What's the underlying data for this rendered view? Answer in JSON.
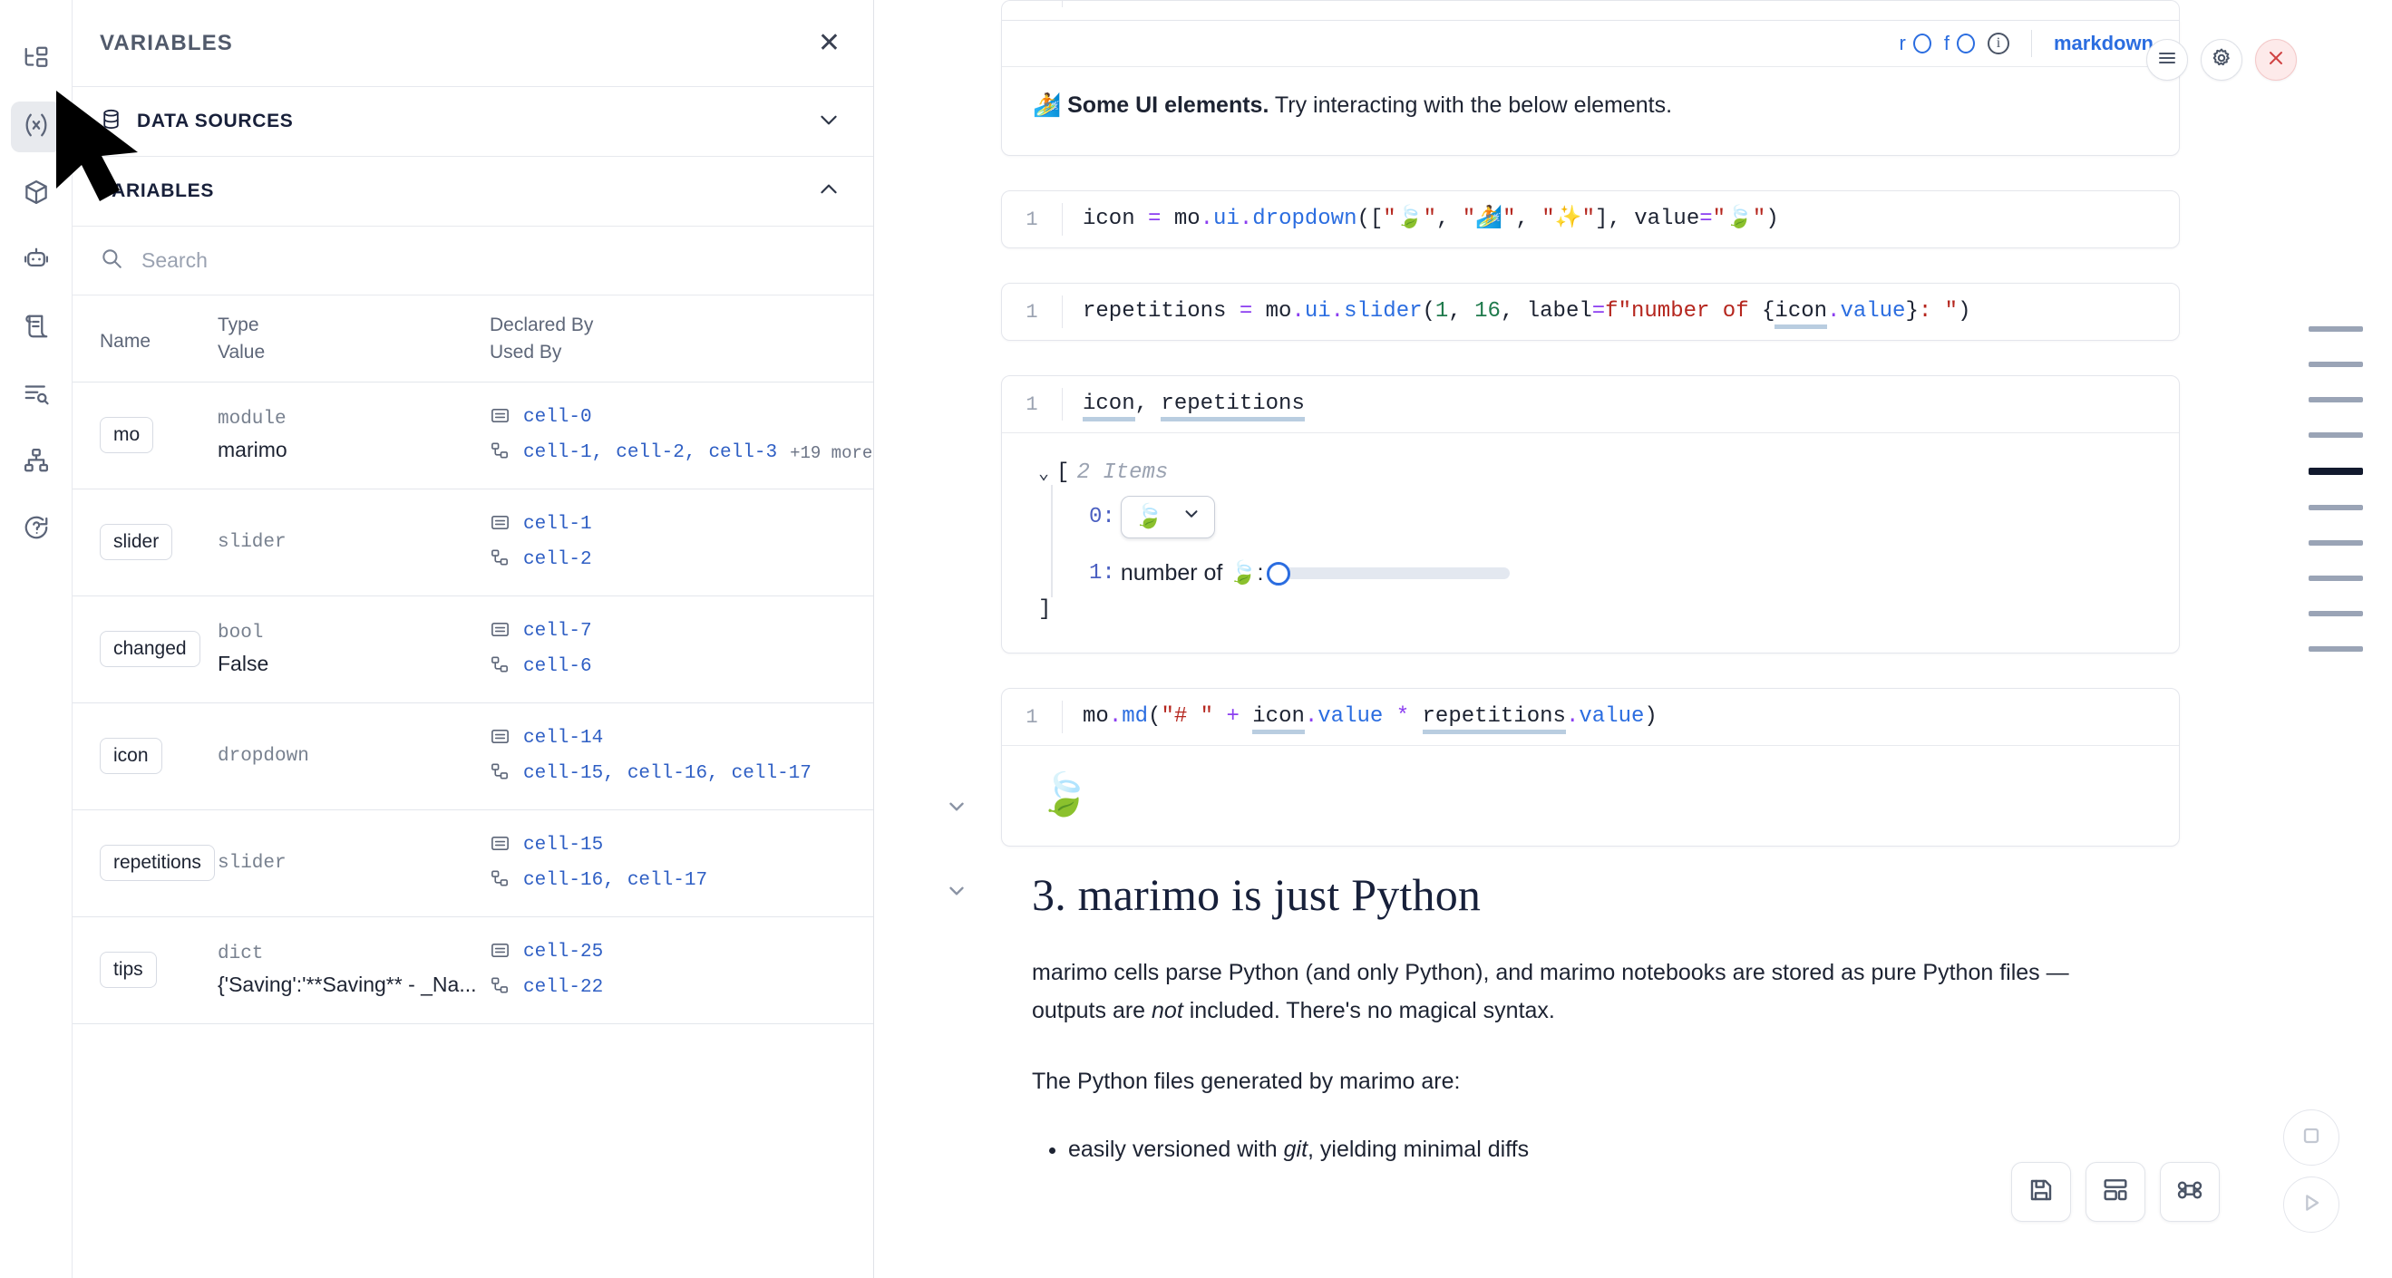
{
  "rail": {
    "items": [
      {
        "icon": "file-tree-icon",
        "name": "sidebar-item-file-explorer",
        "active": false
      },
      {
        "icon": "variables-x-icon",
        "name": "sidebar-item-variables",
        "active": true
      },
      {
        "icon": "package-cube-icon",
        "name": "sidebar-item-packages",
        "active": false
      },
      {
        "icon": "robot-icon",
        "name": "sidebar-item-assistant",
        "active": false
      },
      {
        "icon": "scroll-document-icon",
        "name": "sidebar-item-documentation",
        "active": false
      },
      {
        "icon": "logs-search-icon",
        "name": "sidebar-item-logs",
        "active": false
      },
      {
        "icon": "dependency-graph-icon",
        "name": "sidebar-item-dependency-graph",
        "active": false
      },
      {
        "icon": "help-circle-icon",
        "name": "sidebar-item-help",
        "active": false
      }
    ]
  },
  "panel": {
    "title": "VARIABLES",
    "close_label": "✕",
    "sections": [
      {
        "label": "DATA SOURCES",
        "icon": "database-icon",
        "expanded": false
      },
      {
        "label": "VARIABLES",
        "icon": "",
        "expanded": true
      }
    ],
    "search": {
      "placeholder": "Search",
      "value": ""
    },
    "table": {
      "headers": {
        "name": "Name",
        "type": "Type",
        "value": "Value",
        "declared_by": "Declared By",
        "used_by": "Used By"
      },
      "rows": [
        {
          "name": "mo",
          "type": "module",
          "value": "marimo",
          "declared_by": [
            "cell-0"
          ],
          "used_by": [
            "cell-1",
            "cell-2",
            "cell-3"
          ],
          "used_by_more": "+19 more"
        },
        {
          "name": "slider",
          "type": "slider",
          "value": "",
          "declared_by": [
            "cell-1"
          ],
          "used_by": [
            "cell-2"
          ],
          "used_by_more": ""
        },
        {
          "name": "changed",
          "type": "bool",
          "value": "False",
          "declared_by": [
            "cell-7"
          ],
          "used_by": [
            "cell-6"
          ],
          "used_by_more": ""
        },
        {
          "name": "icon",
          "type": "dropdown",
          "value": "",
          "declared_by": [
            "cell-14"
          ],
          "used_by": [
            "cell-15",
            "cell-16",
            "cell-17"
          ],
          "used_by_more": ""
        },
        {
          "name": "repetitions",
          "type": "slider",
          "value": "",
          "declared_by": [
            "cell-15"
          ],
          "used_by": [
            "cell-16",
            "cell-17"
          ],
          "used_by_more": ""
        },
        {
          "name": "tips",
          "type": "dict",
          "value": "{'Saving':'**Saving** - _Na...",
          "declared_by": [
            "cell-25"
          ],
          "used_by": [
            "cell-22"
          ],
          "used_by_more": ""
        }
      ]
    }
  },
  "notebook": {
    "clipped_top_code": "\"\"\"🏄 Some UI elements.\"\"\" Try interacting with the below elements.",
    "markdown_toolbar": {
      "r_label": "r",
      "f_label": "f",
      "info_label": "i",
      "language": "markdown",
      "menu_icon": "hamburger-menu-icon",
      "settings_icon": "gear-icon",
      "close_icon": "close-x-icon"
    },
    "markdown_output": {
      "emoji": "🏄",
      "bold_text": "Some UI elements.",
      "rest_text": " Try interacting with the below elements."
    },
    "cells": [
      {
        "line_number": "1",
        "tokens": [
          {
            "t": "icon ",
            "c": "t-var",
            "u": false
          },
          {
            "t": "= ",
            "c": "t-op",
            "u": false
          },
          {
            "t": "mo",
            "c": "t-mod",
            "u": false
          },
          {
            "t": ".",
            "c": "t-dot",
            "u": false
          },
          {
            "t": "ui",
            "c": "t-fn",
            "u": false
          },
          {
            "t": ".",
            "c": "t-dot",
            "u": false
          },
          {
            "t": "dropdown",
            "c": "t-fn",
            "u": false
          },
          {
            "t": "([",
            "c": "t-punc",
            "u": false
          },
          {
            "t": "\"🍃\"",
            "c": "t-str",
            "u": false
          },
          {
            "t": ", ",
            "c": "t-punc",
            "u": false
          },
          {
            "t": "\"🏄\"",
            "c": "t-str",
            "u": false
          },
          {
            "t": ", ",
            "c": "t-punc",
            "u": false
          },
          {
            "t": "\"✨\"",
            "c": "t-str",
            "u": false
          },
          {
            "t": "], ",
            "c": "t-punc",
            "u": false
          },
          {
            "t": "value",
            "c": "t-var",
            "u": false
          },
          {
            "t": "=",
            "c": "t-op",
            "u": false
          },
          {
            "t": "\"🍃\"",
            "c": "t-str",
            "u": false
          },
          {
            "t": ")",
            "c": "t-punc",
            "u": false
          }
        ]
      },
      {
        "line_number": "1",
        "tokens": [
          {
            "t": "repetitions ",
            "c": "t-var",
            "u": false
          },
          {
            "t": "= ",
            "c": "t-op",
            "u": false
          },
          {
            "t": "mo",
            "c": "t-mod",
            "u": false
          },
          {
            "t": ".",
            "c": "t-dot",
            "u": false
          },
          {
            "t": "ui",
            "c": "t-fn",
            "u": false
          },
          {
            "t": ".",
            "c": "t-dot",
            "u": false
          },
          {
            "t": "slider",
            "c": "t-fn",
            "u": false
          },
          {
            "t": "(",
            "c": "t-punc",
            "u": false
          },
          {
            "t": "1",
            "c": "t-num",
            "u": false
          },
          {
            "t": ", ",
            "c": "t-punc",
            "u": false
          },
          {
            "t": "16",
            "c": "t-num",
            "u": false
          },
          {
            "t": ", ",
            "c": "t-punc",
            "u": false
          },
          {
            "t": "label",
            "c": "t-var",
            "u": false
          },
          {
            "t": "=",
            "c": "t-op",
            "u": false
          },
          {
            "t": "f",
            "c": "t-kw",
            "u": false
          },
          {
            "t": "\"number of ",
            "c": "t-str",
            "u": false
          },
          {
            "t": "{",
            "c": "t-punc",
            "u": false
          },
          {
            "t": "icon",
            "c": "t-var",
            "u": true
          },
          {
            "t": ".",
            "c": "t-dot",
            "u": false
          },
          {
            "t": "value",
            "c": "t-attr",
            "u": false
          },
          {
            "t": "}",
            "c": "t-punc",
            "u": false
          },
          {
            "t": ": \"",
            "c": "t-str",
            "u": false
          },
          {
            "t": ")",
            "c": "t-punc",
            "u": false
          }
        ]
      },
      {
        "line_number": "1",
        "tokens": [
          {
            "t": "icon",
            "c": "t-var",
            "u": true
          },
          {
            "t": ", ",
            "c": "t-punc",
            "u": false
          },
          {
            "t": "repetitions",
            "c": "t-var",
            "u": true
          }
        ]
      },
      {
        "line_number": "1",
        "tokens": [
          {
            "t": "mo",
            "c": "t-mod",
            "u": false
          },
          {
            "t": ".",
            "c": "t-dot",
            "u": false
          },
          {
            "t": "md",
            "c": "t-fn",
            "u": false
          },
          {
            "t": "(",
            "c": "t-punc",
            "u": false
          },
          {
            "t": "\"# \"",
            "c": "t-str",
            "u": false
          },
          {
            "t": " + ",
            "c": "t-op",
            "u": false
          },
          {
            "t": "icon",
            "c": "t-var",
            "u": true
          },
          {
            "t": ".",
            "c": "t-dot",
            "u": false
          },
          {
            "t": "value",
            "c": "t-attr",
            "u": false
          },
          {
            "t": " * ",
            "c": "t-op",
            "u": false
          },
          {
            "t": "repetitions",
            "c": "t-var",
            "u": true
          },
          {
            "t": ".",
            "c": "t-dot",
            "u": false
          },
          {
            "t": "value",
            "c": "t-attr",
            "u": false
          },
          {
            "t": ")",
            "c": "t-punc",
            "u": false
          }
        ]
      }
    ],
    "list_output": {
      "open_bracket": "[",
      "items_label": "2 Items",
      "close_bracket": "]",
      "row0_index": "0:",
      "row0_dropdown_value": "🍃",
      "row1_index": "1:",
      "row1_label": "number of 🍃:",
      "slider_value": 1,
      "slider_min": 1,
      "slider_max": 16
    },
    "md_result_emoji": "🍃",
    "section": {
      "heading": "3. marimo is just Python",
      "paragraph_1_a": "marimo cells parse Python (and only Python), and marimo notebooks are stored as pure Python files — outputs are ",
      "paragraph_1_italic": "not",
      "paragraph_1_b": " included. There's no magical syntax.",
      "paragraph_2": "The Python files generated by marimo are:",
      "bullet_1_a": "easily versioned with ",
      "bullet_1_italic": "git",
      "bullet_1_b": ", yielding minimal diffs"
    }
  },
  "bottom_toolbar": {
    "save": {
      "icon": "save-disk-icon",
      "name": "save-button"
    },
    "layout": {
      "icon": "layout-grid-icon",
      "name": "layout-button"
    },
    "command": {
      "icon": "command-key-icon",
      "name": "command-palette-button"
    },
    "stop": {
      "icon": "stop-square-icon",
      "name": "stop-button"
    },
    "run": {
      "icon": "play-triangle-icon",
      "name": "run-button"
    }
  },
  "minimap": {
    "marks": [
      {
        "active": false
      },
      {
        "active": false
      },
      {
        "active": false
      },
      {
        "active": false
      },
      {
        "active": true
      },
      {
        "active": false
      },
      {
        "active": false
      },
      {
        "active": false
      },
      {
        "active": false
      },
      {
        "active": false
      }
    ]
  },
  "colors": {
    "accent_blue": "#2b6de0",
    "link_blue": "#2f5fc4",
    "string_red": "#b5261e",
    "number_green": "#1f7a4c",
    "operator_purple": "#8b3ef0",
    "danger_red": "#d04343",
    "text_dark": "#1d2332"
  }
}
